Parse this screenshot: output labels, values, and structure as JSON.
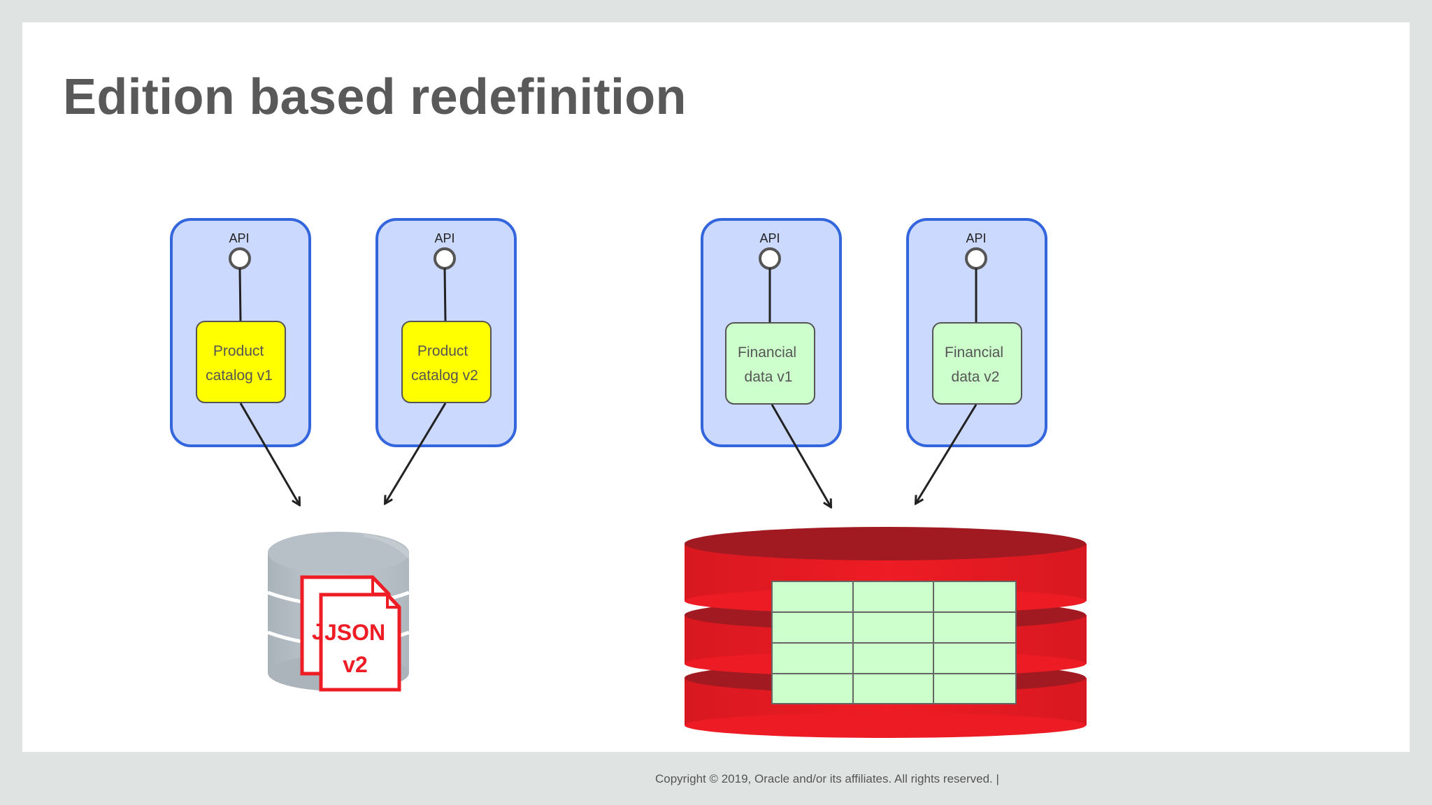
{
  "slide": {
    "title": "Edition based redefinition",
    "footer": "Copyright © 2019, Oracle and/or its affiliates. All rights reserved.  |"
  },
  "containers": [
    {
      "api_label": "API",
      "service_lines": [
        "Product",
        "catalog v1"
      ],
      "service_color": "#ffff00"
    },
    {
      "api_label": "API",
      "service_lines": [
        "Product",
        "catalog v2"
      ],
      "service_color": "#ffff00"
    },
    {
      "api_label": "API",
      "service_lines": [
        "Financial",
        "data v1"
      ],
      "service_color": "#ccffcc"
    },
    {
      "api_label": "API",
      "service_lines": [
        "Financial",
        "data v2"
      ],
      "service_color": "#ccffcc"
    }
  ],
  "json_doc": {
    "back_text": "J",
    "front_lines": [
      "JSON",
      "v2"
    ]
  },
  "colors": {
    "container_fill": "#ccd9ff",
    "container_border": "#3366dd",
    "db_red": "#ed1c24",
    "db_dark_red": "#a11a22",
    "grid_fill": "#ccffcc",
    "doc_red": "#ee1c24"
  },
  "icons": [
    "api-port-icon",
    "document-db-icon",
    "relational-db-icon",
    "json-document-icon",
    "table-grid-icon"
  ]
}
